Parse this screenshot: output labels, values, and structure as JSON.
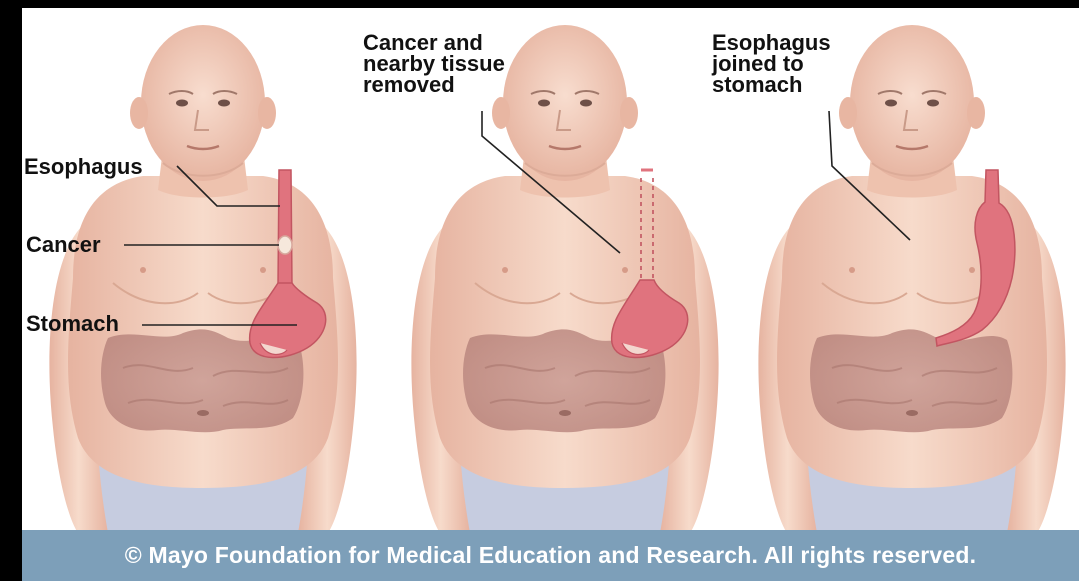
{
  "labels": {
    "esophagus": "Esophagus",
    "cancer": "Cancer",
    "stomach": "Stomach",
    "step2": [
      "Cancer and",
      "nearby tissue",
      "removed"
    ],
    "step3": [
      "Esophagus",
      "joined to",
      "stomach"
    ]
  },
  "credit": "© Mayo Foundation for Medical Education and Research.  All rights reserved.",
  "colors": {
    "skin": "#f0cbb8",
    "organ": "#e0737e",
    "tumor": "#f6e8dc",
    "intestine": "#c48f87",
    "banner": "#7d9fb9",
    "pants": "#c6cce0"
  }
}
